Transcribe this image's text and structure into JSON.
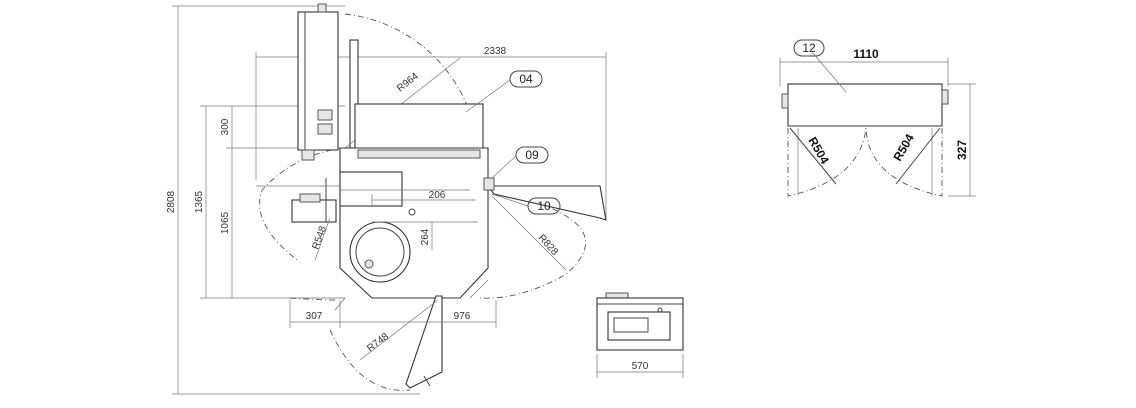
{
  "plan_view": {
    "dim_overall_height": "2808",
    "dim_height_1365": "1365",
    "dim_height_1065": "1065",
    "dim_height_300": "300",
    "dim_width_2338": "2338",
    "dim_radius_964": "R964",
    "dim_radius_548": "R548",
    "dim_radius_828": "R828",
    "dim_radius_748": "R748",
    "dim_206": "206",
    "dim_264": "264",
    "dim_307": "307",
    "dim_976": "976",
    "callout_04": "04",
    "callout_09": "09",
    "callout_10": "10"
  },
  "front_view": {
    "dim_width": "1110",
    "dim_depth": "327",
    "dim_radius_left": "R504",
    "dim_radius_right": "R504",
    "callout_12": "12"
  },
  "controller_view": {
    "dim_width": "570"
  }
}
